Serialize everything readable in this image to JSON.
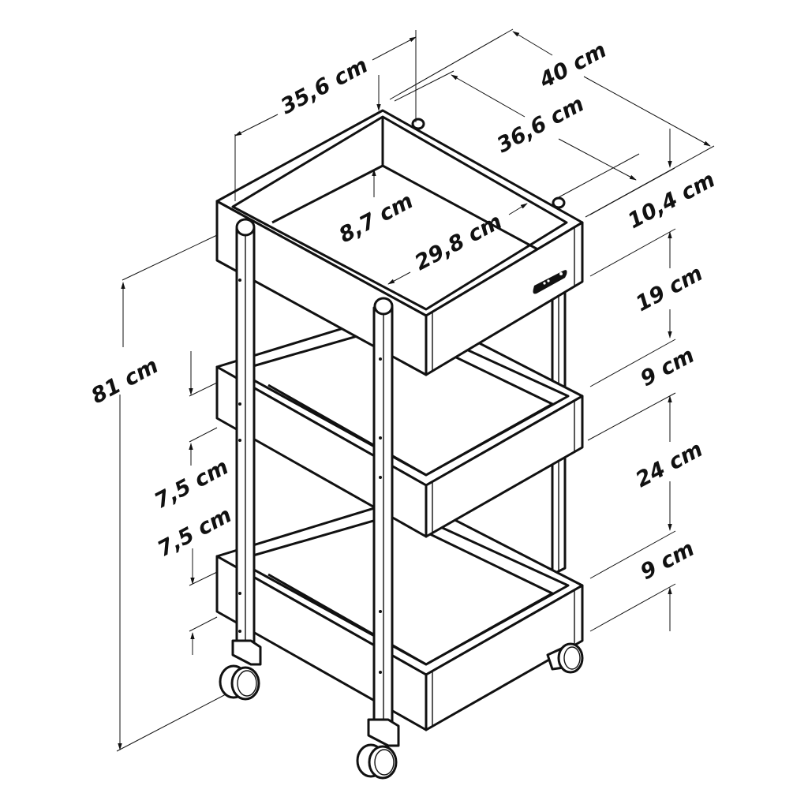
{
  "diagram": {
    "subject": "Three-tier rolling cart with trays",
    "colors": {
      "line": "#111111",
      "background": "#ffffff"
    },
    "dimensions": {
      "top_width": "35,6 cm",
      "outer_depth": "40 cm",
      "inner_depth": "36,6 cm",
      "top_tray_height": "10,4 cm",
      "inner_tray_depth": "8,7 cm",
      "inner_tray_length": "29,8 cm",
      "gap_top_to_middle": "19 cm",
      "middle_tray_height": "9 cm",
      "gap_middle_to_bottom": "24 cm",
      "bottom_tray_height": "9 cm",
      "total_height": "81 cm",
      "middle_side_offset": "7,5 cm",
      "bottom_side_offset": "7,5 cm"
    },
    "parts": [
      "top-tray",
      "middle-tray",
      "bottom-tray",
      "front-left-post",
      "front-right-post",
      "rear-post",
      "handle",
      "caster-wheels"
    ]
  }
}
